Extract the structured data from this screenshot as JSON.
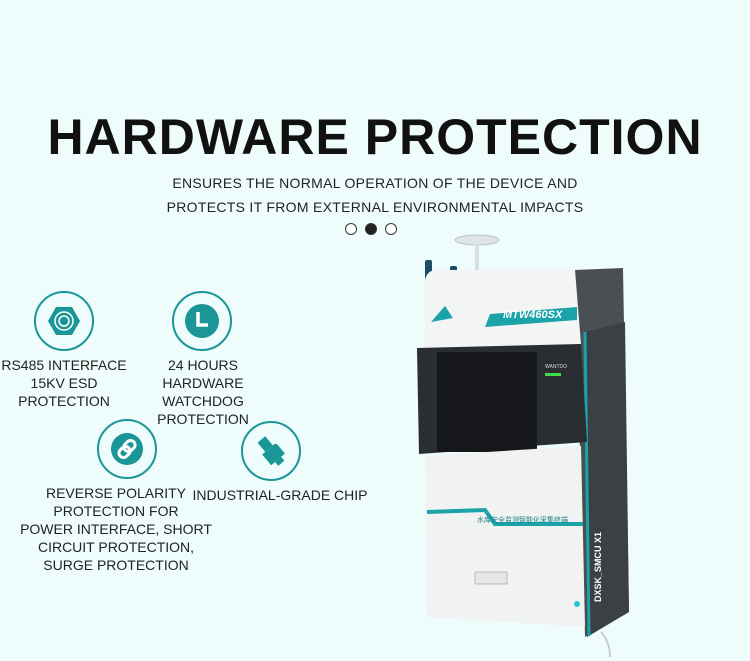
{
  "header": {
    "title": "HARDWARE PROTECTION",
    "subtitle_lines": [
      "ENSURES THE NORMAL OPERATION OF THE DEVICE AND",
      "PROTECTS IT FROM EXTERNAL ENVIRONMENTAL IMPACTS"
    ]
  },
  "carousel": {
    "count": 3,
    "active": 2
  },
  "features": [
    {
      "icon": "nut-icon",
      "lines": [
        "RS485 INTERFACE",
        "15KV ESD",
        "PROTECTION"
      ]
    },
    {
      "icon": "clock-icon",
      "lines": [
        "24 HOURS",
        "HARDWARE WATCHDOG",
        "PROTECTION"
      ]
    },
    {
      "icon": "link-icon",
      "lines": [
        "REVERSE POLARITY",
        "PROTECTION FOR",
        "POWER INTERFACE, SHORT",
        "CIRCUIT PROTECTION,",
        "SURGE PROTECTION"
      ]
    },
    {
      "icon": "usb-chip-icon",
      "lines": [
        "INDUSTRIAL-GRADE CHIP"
      ]
    }
  ],
  "device": {
    "model": "MTW460SX",
    "side_label": "DXSK_SMCU X1",
    "panel_label": "水库安全监测智能化采集终端",
    "status_label": "WANTDO"
  },
  "colors": {
    "accent": "#1a9696",
    "background": "#effcfc"
  }
}
